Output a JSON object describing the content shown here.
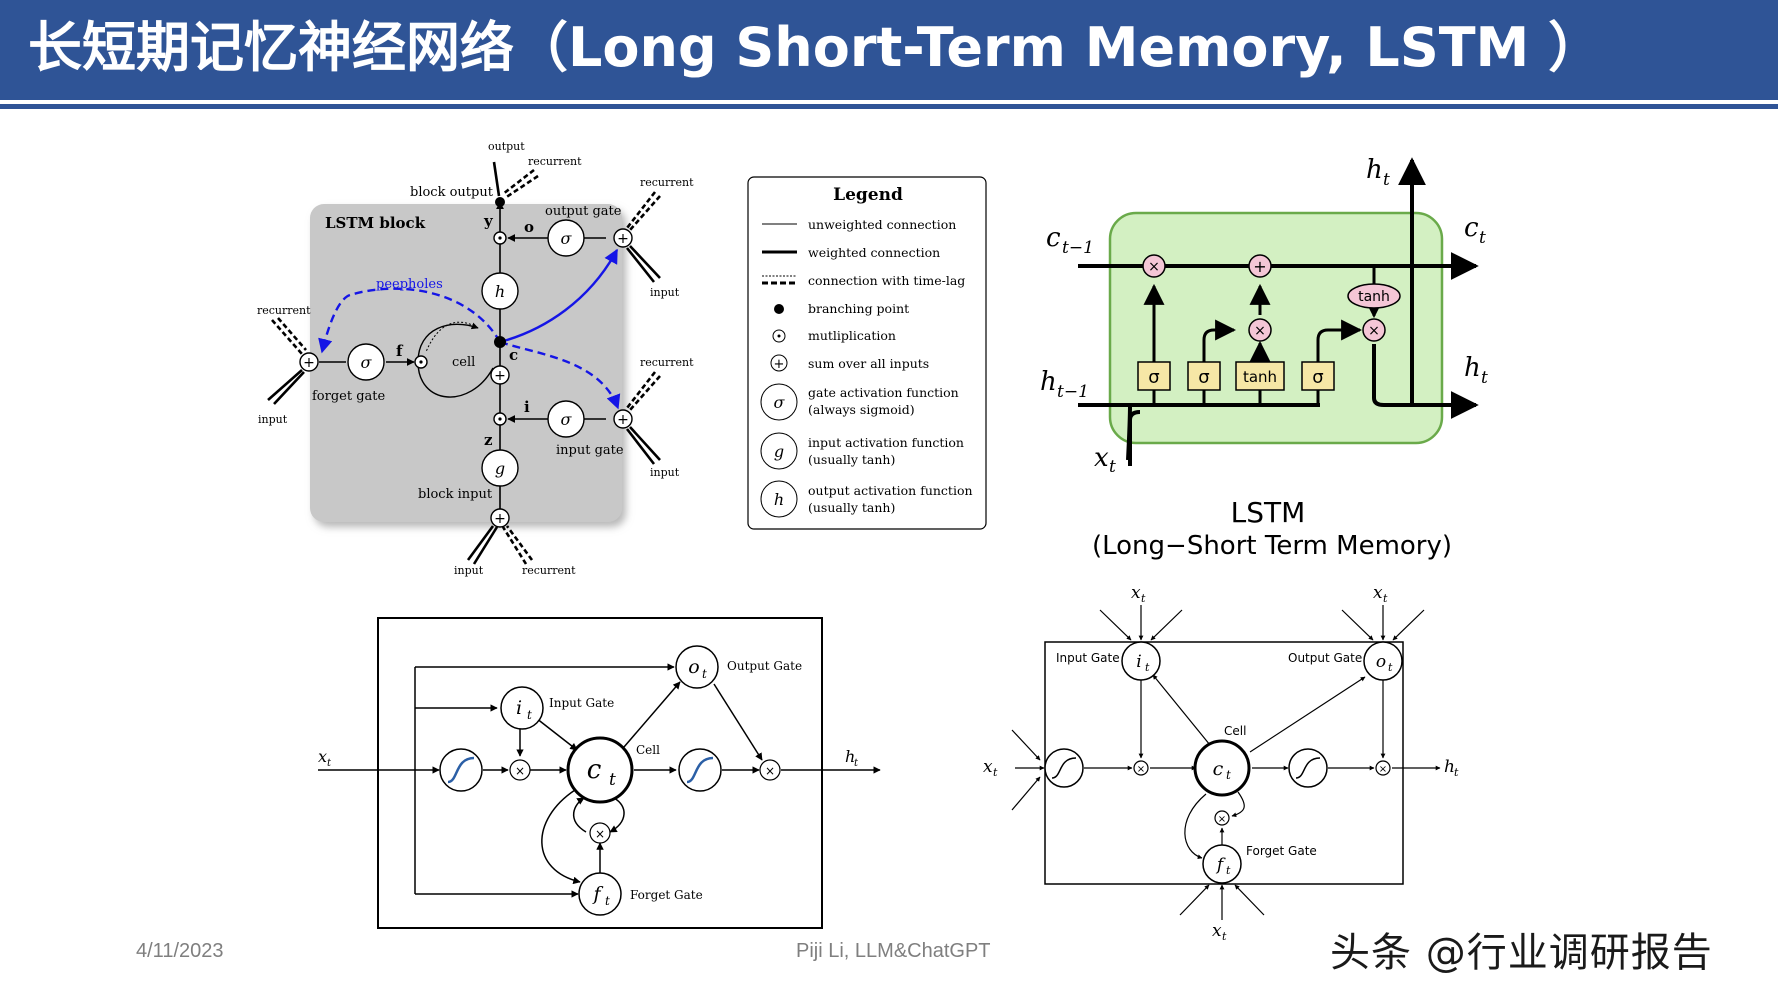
{
  "slide": {
    "title": "长短期记忆神经网络（Long Short-Term Memory, LSTM ）",
    "date": "4/11/2023",
    "author": "Piji Li, LLM&ChatGPT",
    "watermark": "头条 @行业调研报告"
  },
  "diagram_a": {
    "block_title": "LSTM block",
    "labels": {
      "output": "output",
      "recurrent": "recurrent",
      "input": "input",
      "block_output": "block output",
      "output_gate": "output gate",
      "peepholes": "peepholes",
      "cell": "cell",
      "forget_gate": "forget gate",
      "input_gate": "input gate",
      "block_input": "block input",
      "y": "y",
      "o": "o",
      "f": "f",
      "c": "c",
      "i": "i",
      "z": "z",
      "sigma": "σ",
      "g": "g",
      "h": "h"
    },
    "colors": {
      "block_bg": "#c8c8c8",
      "peephole": "#1515e6"
    }
  },
  "legend": {
    "title": "Legend",
    "items": [
      "unweighted connection",
      "weighted connection",
      "connection with time-lag",
      "branching point",
      "mutliplication",
      "sum over all inputs",
      "gate activation function",
      "(always sigmoid)",
      "input activation function",
      "(usually tanh)",
      "output activation function",
      "(usually tanh)"
    ]
  },
  "diagram_b": {
    "c_prev": "c",
    "c_prev_sub": "t−1",
    "c_next": "c",
    "c_next_sub": "t",
    "h_prev": "h",
    "h_prev_sub": "t−1",
    "h_next": "h",
    "h_next_sub": "t",
    "h_top": "h",
    "h_top_sub": "t",
    "x": "x",
    "x_sub": "t",
    "sigma": "σ",
    "tanh": "tanh",
    "times": "×",
    "plus": "+",
    "caption1": "LSTM",
    "caption2": "(Long−Short Term Memory)",
    "colors": {
      "cell_bg": "#d3f0c2",
      "cell_border": "#6aaa4a",
      "box": "#f6e7a6",
      "op": "#f4c6d6"
    }
  },
  "diagram_c": {
    "xt": "x",
    "xt_sub": "t",
    "ht": "h",
    "ht_sub": "t",
    "it": "i",
    "it_sub": "t",
    "ot": "o",
    "ot_sub": "t",
    "ct": "c",
    "ct_sub": "t",
    "ft": "f",
    "ft_sub": "t",
    "input_gate": "Input Gate",
    "output_gate": "Output Gate",
    "forget_gate": "Forget Gate",
    "cell": "Cell",
    "times": "×"
  },
  "diagram_d": {
    "xt": "x",
    "xt_sub": "t",
    "ht": "h",
    "ht_sub": "t",
    "it": "i",
    "it_sub": "t",
    "ot": "o",
    "ot_sub": "t",
    "ct": "c",
    "ct_sub": "t",
    "ft": "f",
    "ft_sub": "t",
    "input_gate": "Input Gate",
    "output_gate": "Output Gate",
    "forget_gate": "Forget Gate",
    "cell": "Cell"
  }
}
